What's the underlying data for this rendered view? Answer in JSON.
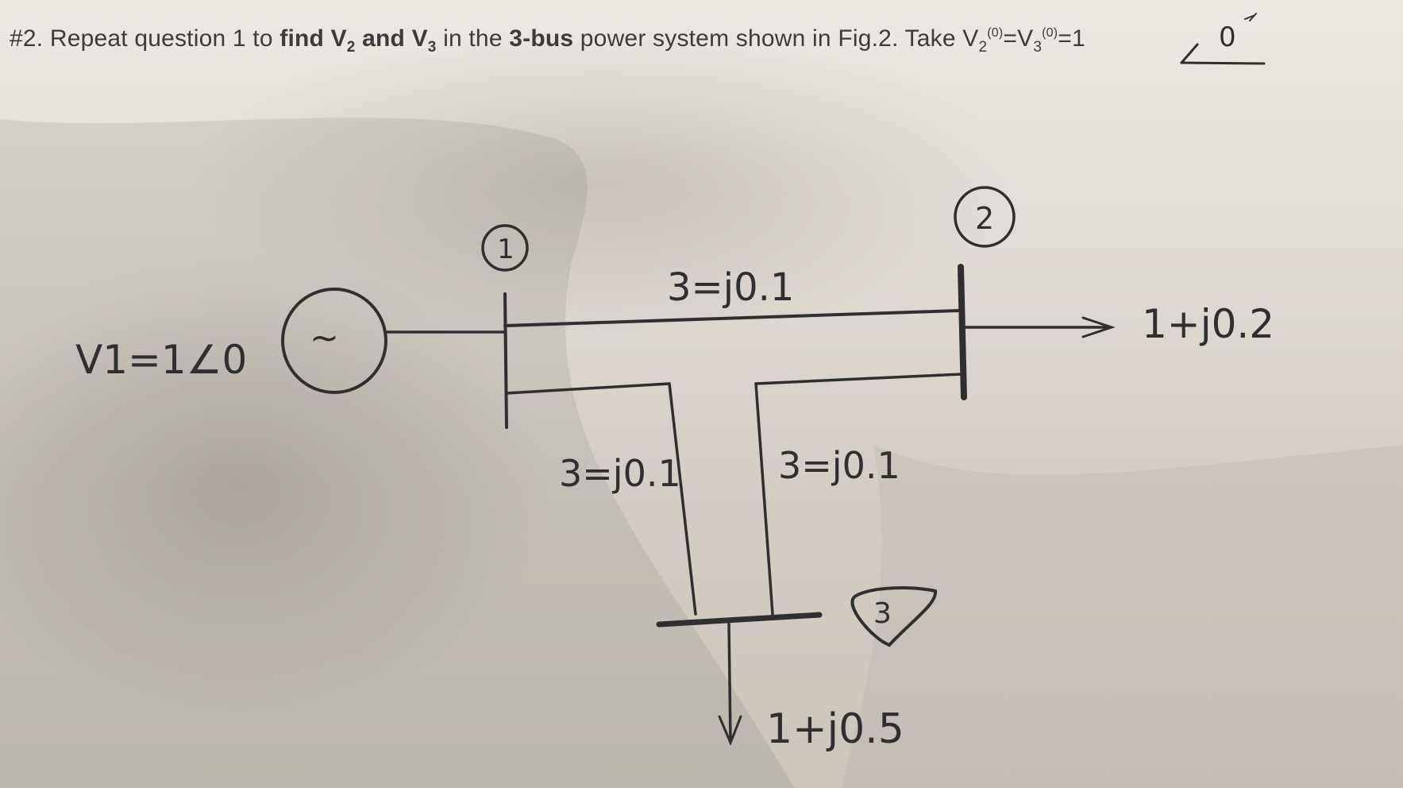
{
  "question": {
    "number": "#2.",
    "text_1": "Repeat question 1 to ",
    "bold_1": "find V",
    "sub_1": "2",
    "bold_2": " and V",
    "sub_2": "3",
    "text_2": " in the ",
    "bold_3": "3-bus",
    "text_3": " power system shown in Fig.2. Take V",
    "sub_3": "2",
    "sup_3": "(0)",
    "text_4": "=V",
    "sub_4": "3",
    "sup_4": "(0)",
    "text_5": "=1",
    "angle": "0"
  },
  "diagram": {
    "bus_labels": [
      "1",
      "2",
      "3"
    ],
    "source_label": "V1=1∠0",
    "generator_symbol": "~",
    "line_impedances": {
      "line_1_2": "3=j0.1",
      "line_1_3": "3=j0.1",
      "line_2_3": "3=j0.1"
    },
    "loads": {
      "bus_2": "1+j0.2",
      "bus_3": "1+j0.5"
    }
  }
}
